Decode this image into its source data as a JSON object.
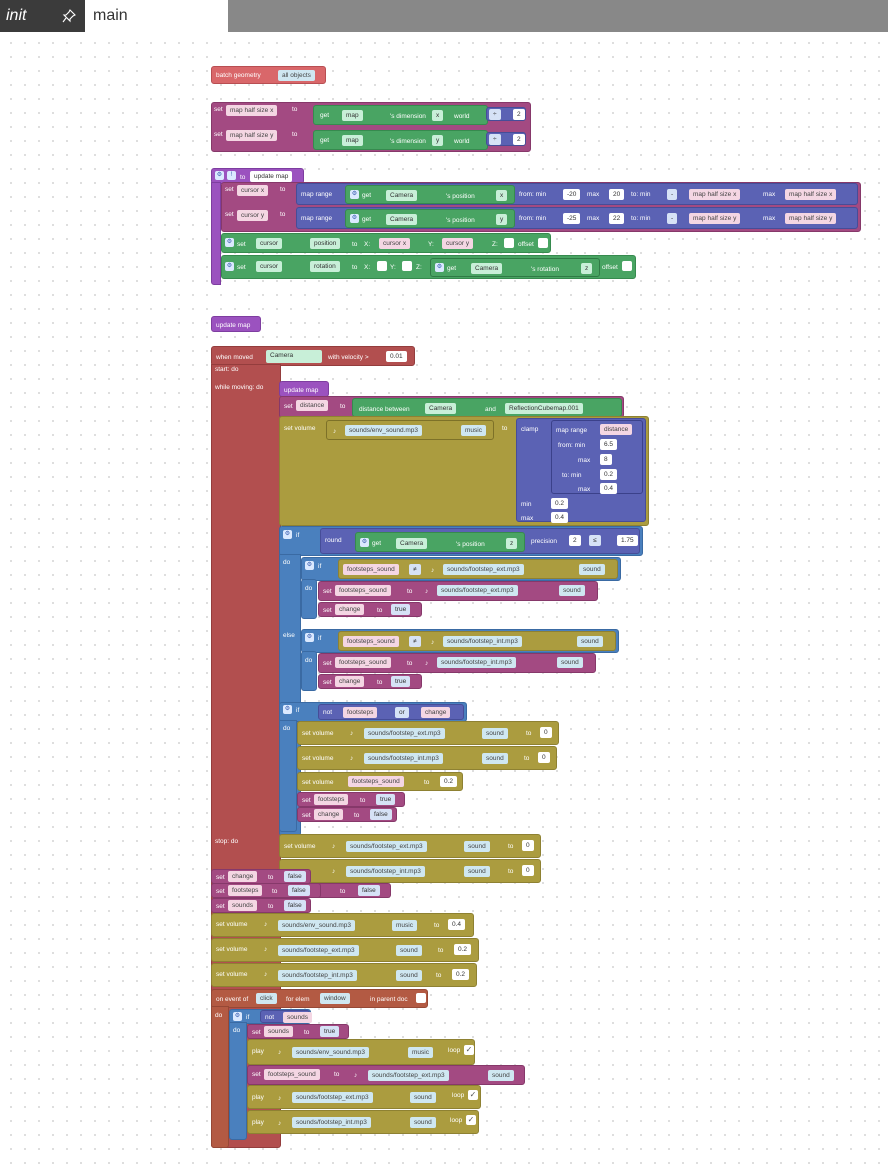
{
  "tabs": {
    "init": "init",
    "main": "main"
  },
  "icons": {
    "pin": "pin-icon",
    "gear": "gear-icon",
    "music": "music-note-icon",
    "object": "object-icon"
  },
  "blocks": {
    "batch": {
      "label": "batch geometry",
      "value": "all objects"
    },
    "set": "set",
    "to": "to",
    "get": "get",
    "world": "world",
    "div": "÷",
    "two": "2",
    "map_half_x": "map half size x",
    "map_half_y": "map half size y",
    "map": "map",
    "dimension": "'s dimension",
    "x": "x",
    "y": "y",
    "z": "z",
    "to_update_map": "to",
    "update_map": "update map",
    "cursor_x": "cursor x",
    "cursor_y": "cursor y",
    "map_range": "map range",
    "camera": "Camera",
    "s_position": "'s position",
    "s_rotation": "'s rotation",
    "from_min": "from: min",
    "max": "max",
    "to_min": "to: min",
    "minus": "-",
    "neg20": "-20",
    "n20": "20",
    "neg25": "-25",
    "n22": "22",
    "cursor": "cursor",
    "position": "position",
    "rotation": "rotation",
    "X": "X:",
    "Y": "Y:",
    "Z": "Z:",
    "offset": "offset",
    "when_moved": "when moved",
    "with_velocity": "with velocity >",
    "v001": "0.01",
    "start_do": "start: do",
    "while_moving": "while moving: do",
    "stop_do": "stop: do",
    "distance": "distance",
    "distance_between": "distance between",
    "and": "and",
    "reflection": "ReflectionCubemap.001",
    "set_volume": "set volume",
    "env_sound": "sounds/env_sound.mp3",
    "music": "music",
    "clamp": "clamp",
    "from_min2": "from: min",
    "to_min2": "to: min",
    "min": "min",
    "v65": "6.5",
    "v8": "8",
    "v02": "0.2",
    "v04": "0.4",
    "if": "if",
    "do": "do",
    "else": "else",
    "round": "round",
    "precision": "precision",
    "le": "≤",
    "v175": "1.75",
    "footsteps_sound": "footsteps_sound",
    "neq": "≠",
    "ext": "sounds/footstep_ext.mp3",
    "int": "sounds/footstep_int.mp3",
    "sound": "sound",
    "change": "change",
    "true": "true",
    "false": "false",
    "not": "not",
    "footsteps": "footsteps",
    "or": "or",
    "zero": "0",
    "sounds": "sounds",
    "on_event": "on event of",
    "click": "click",
    "for_elem": "for elem",
    "window": "window",
    "in_parent": "in parent doc",
    "play": "play",
    "loop": "loop",
    "check": "✓"
  }
}
